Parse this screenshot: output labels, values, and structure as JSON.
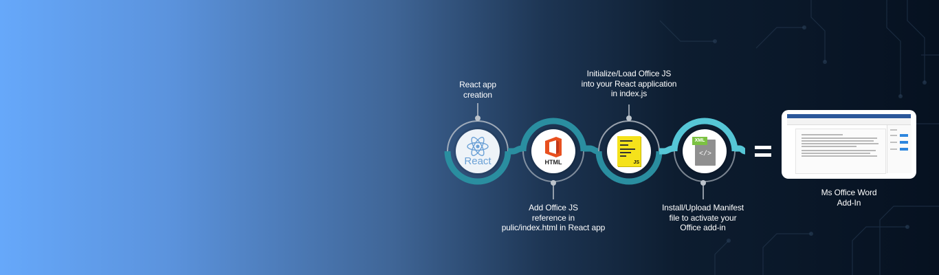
{
  "colors": {
    "teal_ring": "#2a8ea0",
    "cyan_ring": "#56c6d6",
    "connector_grey": "#bcc3cb",
    "react_blue": "#6aa0d6",
    "office_orange": "#e8501f",
    "js_yellow": "#f5e21b",
    "xml_green": "#7cc243"
  },
  "steps": [
    {
      "label_lines": [
        "React app",
        "creation"
      ],
      "icon": "react-logo-icon",
      "icon_text": "React"
    },
    {
      "label_lines": [
        "Add Office JS",
        "reference in",
        "pulic/index.html in React app"
      ],
      "icon": "office-logo-icon",
      "icon_text": "HTML"
    },
    {
      "label_lines": [
        "Initialize/Load Office JS",
        "into your React application",
        "in index.js"
      ],
      "icon": "js-file-icon",
      "icon_text": "JS"
    },
    {
      "label_lines": [
        "Install/Upload Manifest",
        "file to activate your",
        "Office add-in"
      ],
      "icon": "xml-file-icon",
      "icon_text": "XML"
    }
  ],
  "result": {
    "symbol": "equals-icon",
    "icon": "word-document-screenshot-icon",
    "label_lines": [
      "Ms Office Word",
      "Add-In"
    ]
  }
}
